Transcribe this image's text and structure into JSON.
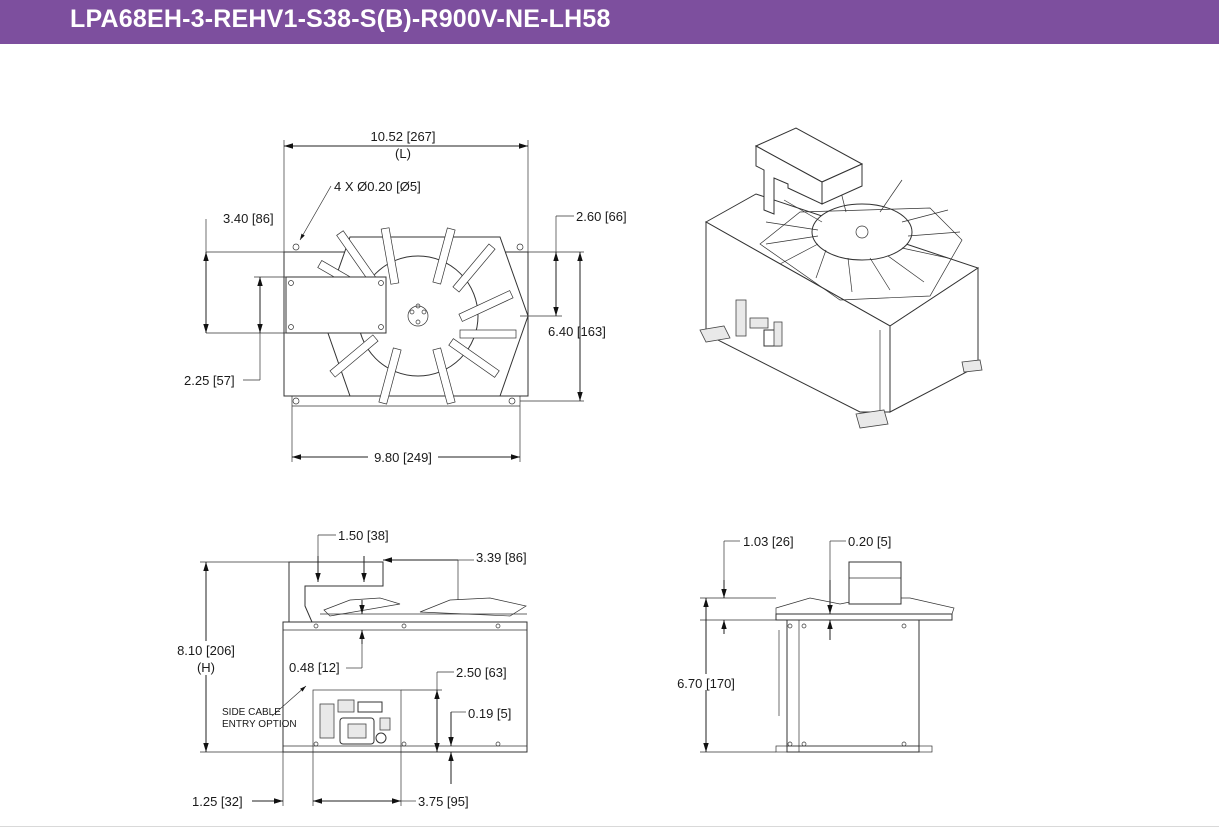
{
  "header": {
    "title": "LPA68EH-3-REHV1-S38-S(B)-R900V-NE-LH58",
    "accent_color": "#7d4f9e"
  },
  "top_view": {
    "length": "10.52 [267]",
    "length_tag": "(L)",
    "holes": "4 X Ø0.20 [Ø5]",
    "left_offset": "3.40 [86]",
    "right_offset": "2.60 [66]",
    "depth": "6.40 [163]",
    "box_height": "2.25 [57]",
    "base_width": "9.80 [249]"
  },
  "front_view": {
    "arm_width": "1.50 [38]",
    "arm_offset": "3.39 [86]",
    "height": "8.10 [206]",
    "height_tag": "(H)",
    "base_gap": "0.48 [12]",
    "panel_height": "2.50 [63]",
    "panel_gap": "0.19 [5]",
    "cable_note_1": "SIDE CABLE",
    "cable_note_2": "ENTRY OPTION",
    "left_margin": "1.25 [32]",
    "panel_width": "3.75 [95]"
  },
  "side_view": {
    "top_step": "1.03 [26]",
    "plate": "0.20 [5]",
    "body_height": "6.70 [170]"
  }
}
